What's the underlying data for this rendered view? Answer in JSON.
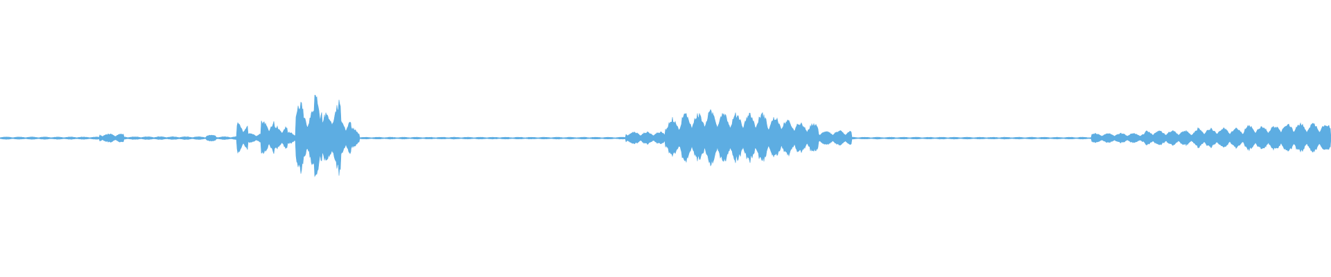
{
  "waveform": {
    "color": "#5dade2",
    "background": "#ffffff",
    "duration_fraction_total": 1.0,
    "segments": [
      {
        "start": 0.0,
        "end": 0.075,
        "amplitude": 0.01
      },
      {
        "start": 0.075,
        "end": 0.093,
        "amplitude": 0.035
      },
      {
        "start": 0.093,
        "end": 0.155,
        "amplitude": 0.012
      },
      {
        "start": 0.155,
        "end": 0.162,
        "amplitude": 0.025
      },
      {
        "start": 0.162,
        "end": 0.178,
        "amplitude": 0.012
      },
      {
        "start": 0.178,
        "end": 0.186,
        "amplitude": 0.12
      },
      {
        "start": 0.186,
        "end": 0.196,
        "amplitude": 0.04
      },
      {
        "start": 0.196,
        "end": 0.206,
        "amplitude": 0.14
      },
      {
        "start": 0.206,
        "end": 0.216,
        "amplitude": 0.1
      },
      {
        "start": 0.216,
        "end": 0.222,
        "amplitude": 0.05
      },
      {
        "start": 0.222,
        "end": 0.228,
        "amplitude": 0.3
      },
      {
        "start": 0.228,
        "end": 0.236,
        "amplitude": 0.22
      },
      {
        "start": 0.236,
        "end": 0.242,
        "amplitude": 0.38
      },
      {
        "start": 0.242,
        "end": 0.25,
        "amplitude": 0.2
      },
      {
        "start": 0.25,
        "end": 0.256,
        "amplitude": 0.3
      },
      {
        "start": 0.256,
        "end": 0.264,
        "amplitude": 0.15
      },
      {
        "start": 0.264,
        "end": 0.27,
        "amplitude": 0.08
      },
      {
        "start": 0.27,
        "end": 0.47,
        "amplitude": 0.008
      },
      {
        "start": 0.47,
        "end": 0.5,
        "amplitude": 0.05
      },
      {
        "start": 0.5,
        "end": 0.512,
        "amplitude": 0.16
      },
      {
        "start": 0.512,
        "end": 0.528,
        "amplitude": 0.2
      },
      {
        "start": 0.528,
        "end": 0.545,
        "amplitude": 0.22
      },
      {
        "start": 0.545,
        "end": 0.56,
        "amplitude": 0.2
      },
      {
        "start": 0.56,
        "end": 0.576,
        "amplitude": 0.2
      },
      {
        "start": 0.576,
        "end": 0.59,
        "amplitude": 0.17
      },
      {
        "start": 0.59,
        "end": 0.6,
        "amplitude": 0.14
      },
      {
        "start": 0.6,
        "end": 0.615,
        "amplitude": 0.12
      },
      {
        "start": 0.615,
        "end": 0.64,
        "amplitude": 0.06
      },
      {
        "start": 0.64,
        "end": 0.82,
        "amplitude": 0.008
      },
      {
        "start": 0.82,
        "end": 0.86,
        "amplitude": 0.04
      },
      {
        "start": 0.86,
        "end": 0.9,
        "amplitude": 0.06
      },
      {
        "start": 0.9,
        "end": 0.935,
        "amplitude": 0.08
      },
      {
        "start": 0.935,
        "end": 0.96,
        "amplitude": 0.1
      },
      {
        "start": 0.96,
        "end": 1.0,
        "amplitude": 0.12
      }
    ]
  }
}
